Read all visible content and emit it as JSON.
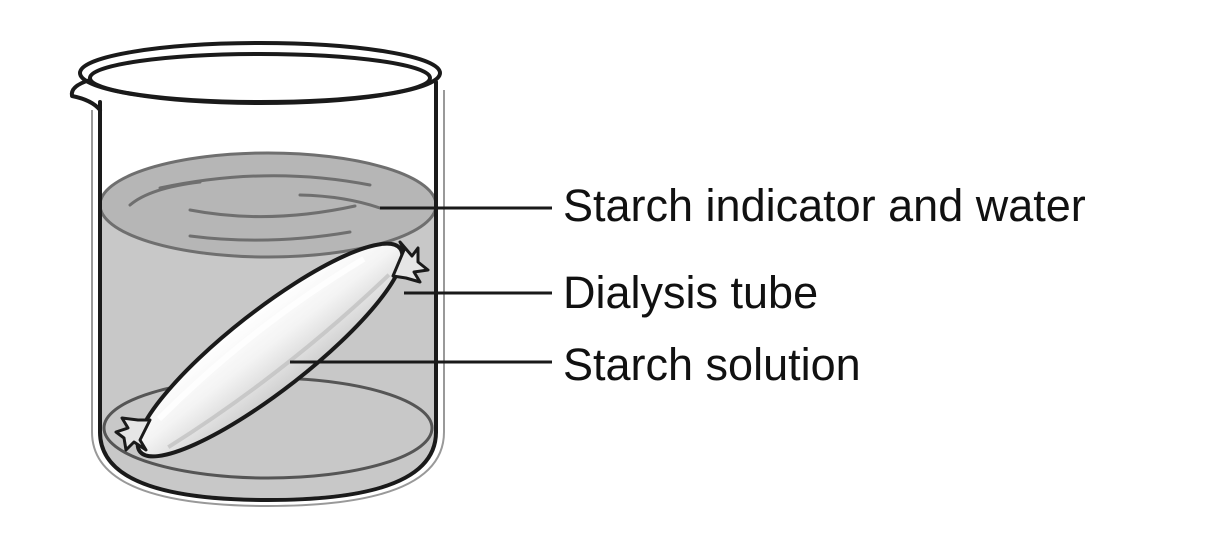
{
  "labels": {
    "water": "Starch indicator and water",
    "tube": "Dialysis tube",
    "solution": "Starch solution"
  },
  "colors": {
    "liquid": "#c8c8c8",
    "liquid_surface": "#b4b4b4",
    "outline": "#1a1a1a",
    "tube_fill": "#f2f2f2"
  }
}
